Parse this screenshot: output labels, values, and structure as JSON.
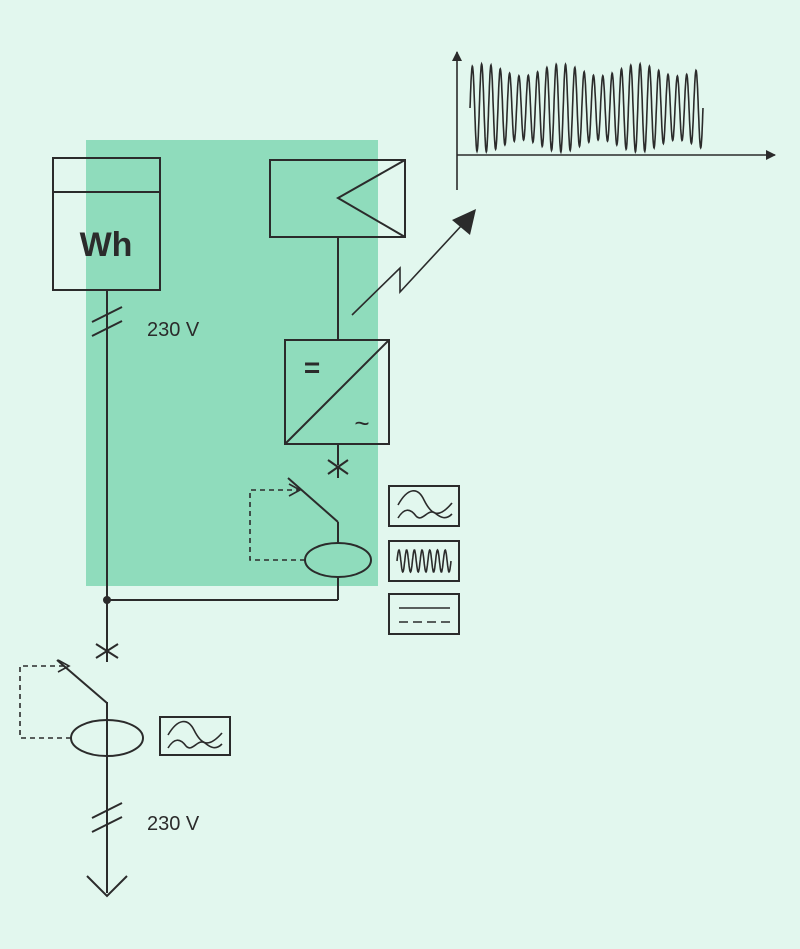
{
  "colors": {
    "background": "#e2f7ee",
    "highlight": "#8fdcbc",
    "line": "#2b2b2b"
  },
  "meter": {
    "label": "Wh"
  },
  "voltage_labels": {
    "upper": "230 V",
    "lower": "230 V"
  },
  "inverter": {
    "dc_symbol": "=",
    "ac_symbol": "~"
  },
  "icons": {
    "signal_boxes": [
      "distorted-wave-icon",
      "high-frequency-wave-icon",
      "dc-lines-icon"
    ],
    "lower_signal_box": "distorted-wave-icon"
  }
}
